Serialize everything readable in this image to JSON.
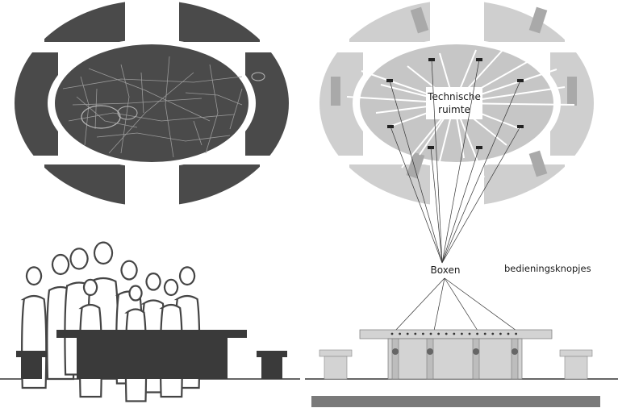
{
  "colors": {
    "dark_segment": "#4a4a4a",
    "light_segment": "#cfcfcf",
    "light_ellipse": "#c6c6c6",
    "inner_rect": "#a9a9a9",
    "ground": "#333333",
    "wire": "#333333",
    "ray": "#ffffff",
    "figure_outline": "#444444",
    "bar": "#7a7a7a"
  },
  "labels": {
    "technische_line1": "Technische",
    "technische_line2": "ruimte",
    "boxen": "Boxen",
    "bedieningsknopjes": "bedieningsknopjes"
  },
  "icons": {
    "map_plan": "city-map-icon",
    "speaker_plan": "speaker-plan-icon",
    "people": "people-silhouette-icon"
  }
}
